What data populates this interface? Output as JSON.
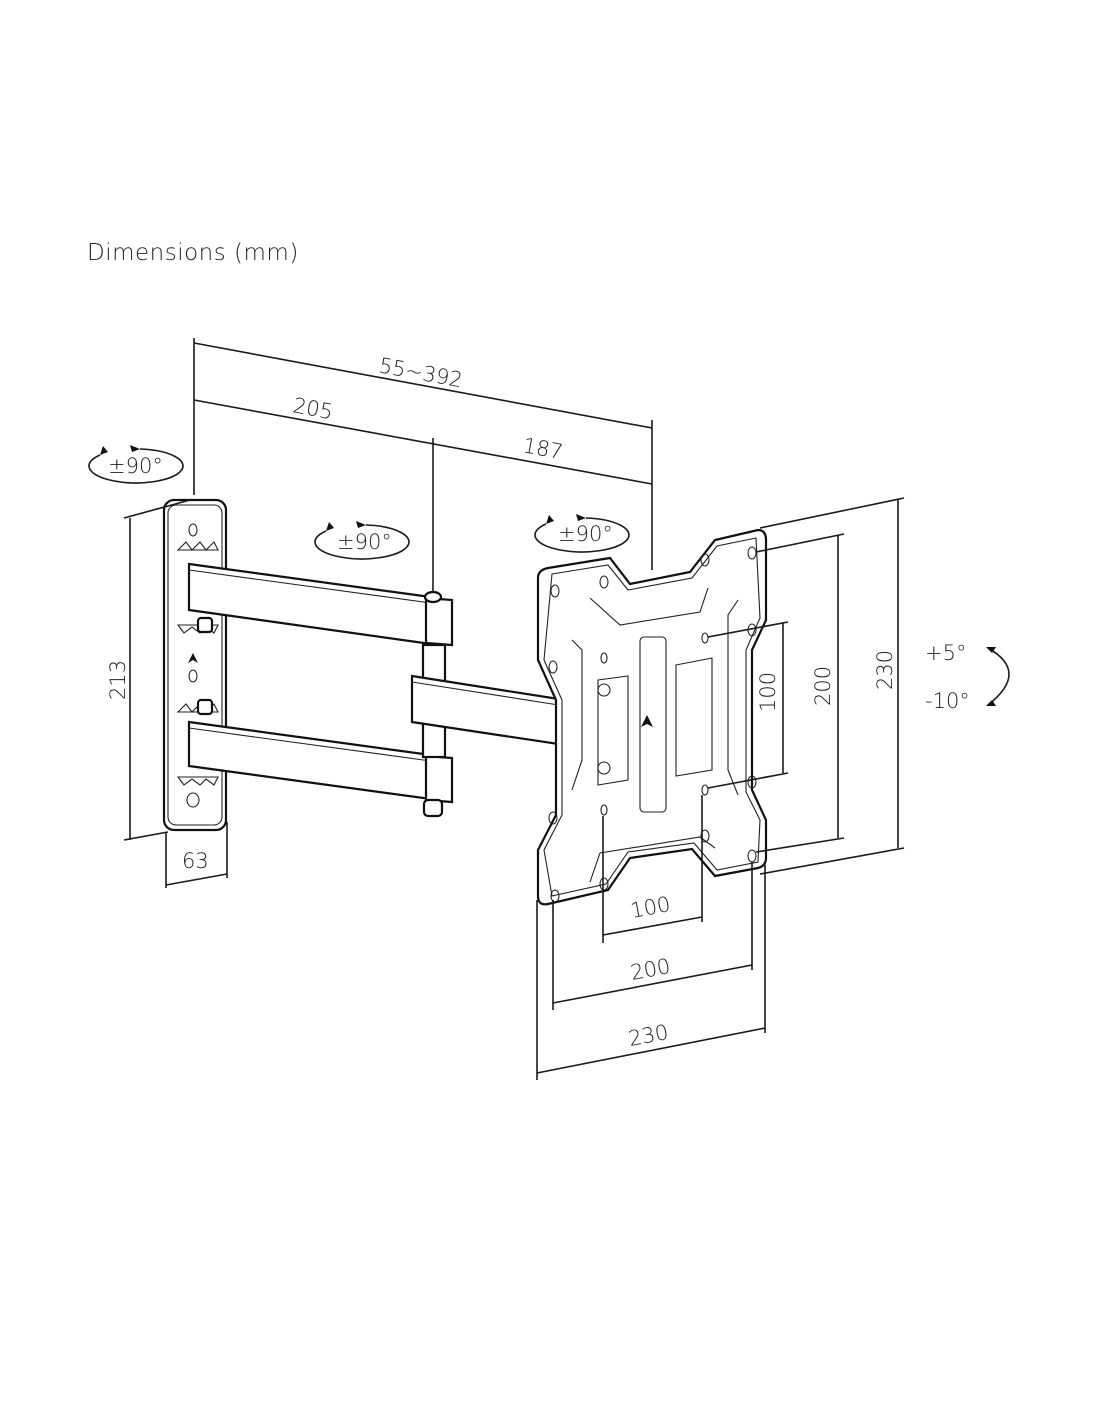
{
  "title": "Dimensions (mm)",
  "dimensions": {
    "total_extension": "55~392",
    "arm1_length": "205",
    "arm2_length": "187",
    "wall_plate_height": "213",
    "wall_plate_width": "63",
    "vesa_small_vertical": "100",
    "vesa_large_vertical": "200",
    "plate_height": "230",
    "vesa_small_horizontal": "100",
    "vesa_large_horizontal": "200",
    "plate_width": "230"
  },
  "rotations": {
    "wall_swivel": "±90°",
    "arm_swivel": "±90°",
    "head_swivel": "±90°",
    "tilt_up": "+5°",
    "tilt_down": "-10°"
  },
  "colors": {
    "line": "#1a1a1a",
    "background": "#ffffff"
  }
}
